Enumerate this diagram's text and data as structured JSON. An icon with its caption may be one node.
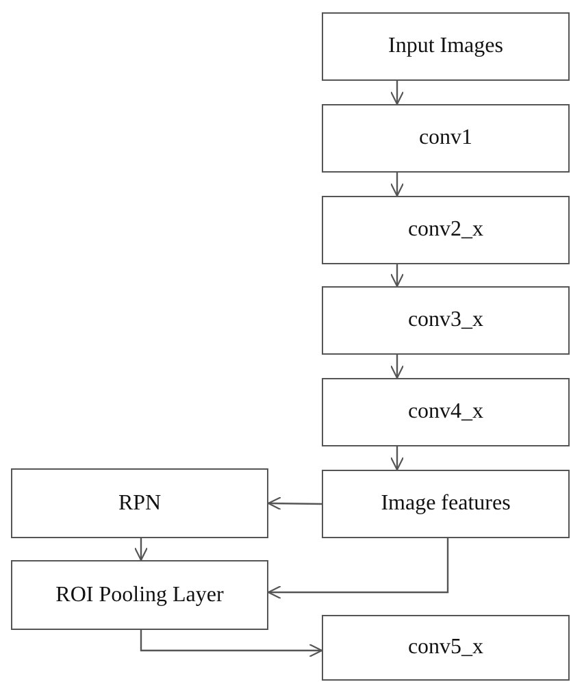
{
  "diagram": {
    "nodes": [
      {
        "text": [
          "Input Images"
        ]
      },
      {
        "text": [
          "conv1"
        ]
      },
      {
        "text": [
          "conv2_x"
        ]
      },
      {
        "text": [
          "conv3_x"
        ]
      },
      {
        "text": [
          "conv4_x"
        ]
      },
      {
        "text": [
          "Image features"
        ]
      },
      {
        "text": [
          "RPN"
        ]
      },
      {
        "text": [
          "ROI Pooling Layer"
        ]
      },
      {
        "text": [
          "conv5_x"
        ]
      }
    ],
    "edges": [
      {
        "from": 0,
        "to": 1,
        "arrow": "to"
      },
      {
        "from": 1,
        "to": 2,
        "arrow": "to"
      },
      {
        "from": 2,
        "to": 3,
        "arrow": "to"
      },
      {
        "from": 3,
        "to": 4,
        "arrow": "to"
      },
      {
        "from": 4,
        "to": 5,
        "arrow": "to"
      },
      {
        "from": 5,
        "to": 6,
        "arrow": "to"
      },
      {
        "from": 6,
        "to": 7,
        "arrow": "to"
      },
      {
        "from": 5,
        "to": 7,
        "arrow": "to"
      },
      {
        "from": 7,
        "to": 8,
        "arrow": "to"
      }
    ]
  }
}
